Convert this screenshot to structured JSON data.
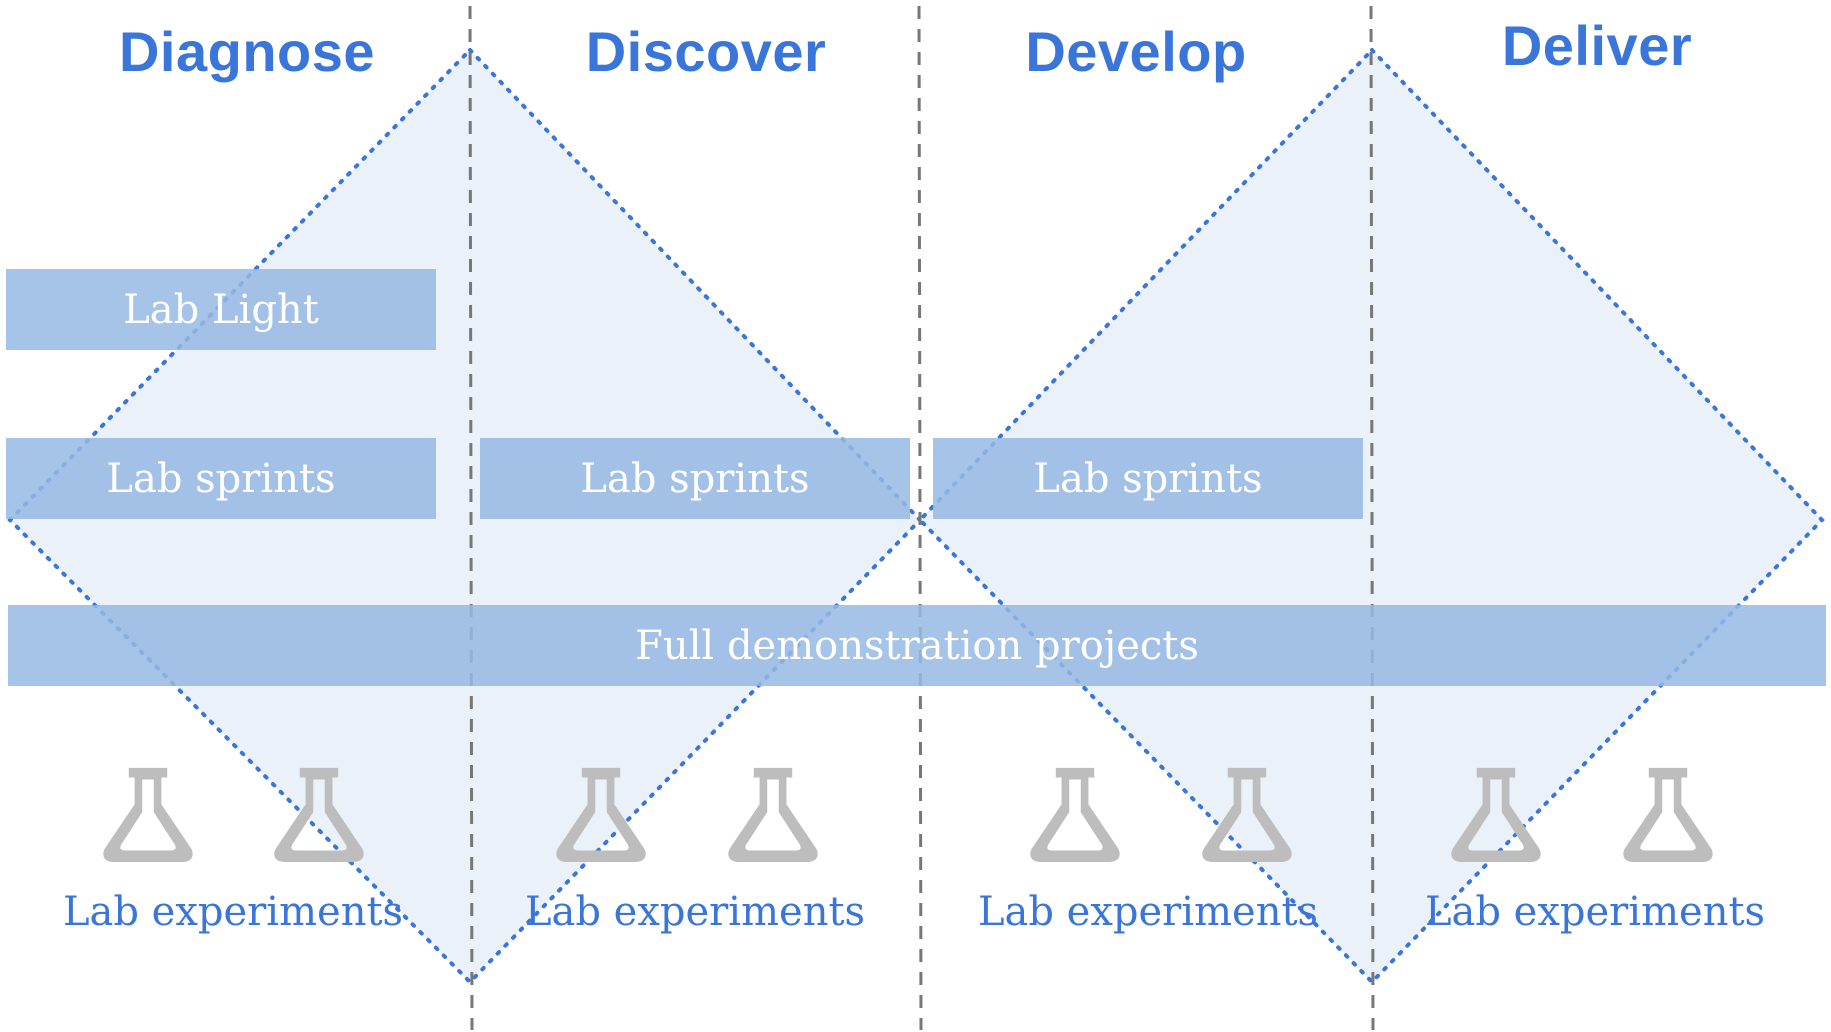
{
  "phases": {
    "diagnose": "Diagnose",
    "discover": "Discover",
    "develop": "Develop",
    "deliver": "Deliver"
  },
  "bars": {
    "lab_light": "Lab Light",
    "lab_sprints_1": "Lab sprints",
    "lab_sprints_2": "Lab sprints",
    "lab_sprints_3": "Lab sprints",
    "full_demo": "Full demonstration projects"
  },
  "experiments": {
    "col1": "Lab experiments",
    "col2": "Lab experiments",
    "col3": "Lab experiments",
    "col4": "Lab experiments"
  },
  "icons": {
    "flask": "flask-icon"
  },
  "colors": {
    "accent": "#3a75d9",
    "bar_fill": "#96b9e4",
    "diamond_fill": "#ebf1f9",
    "diamond_stroke": "#3a75d9",
    "divider": "#777777",
    "flask": "#bdbdbd"
  }
}
